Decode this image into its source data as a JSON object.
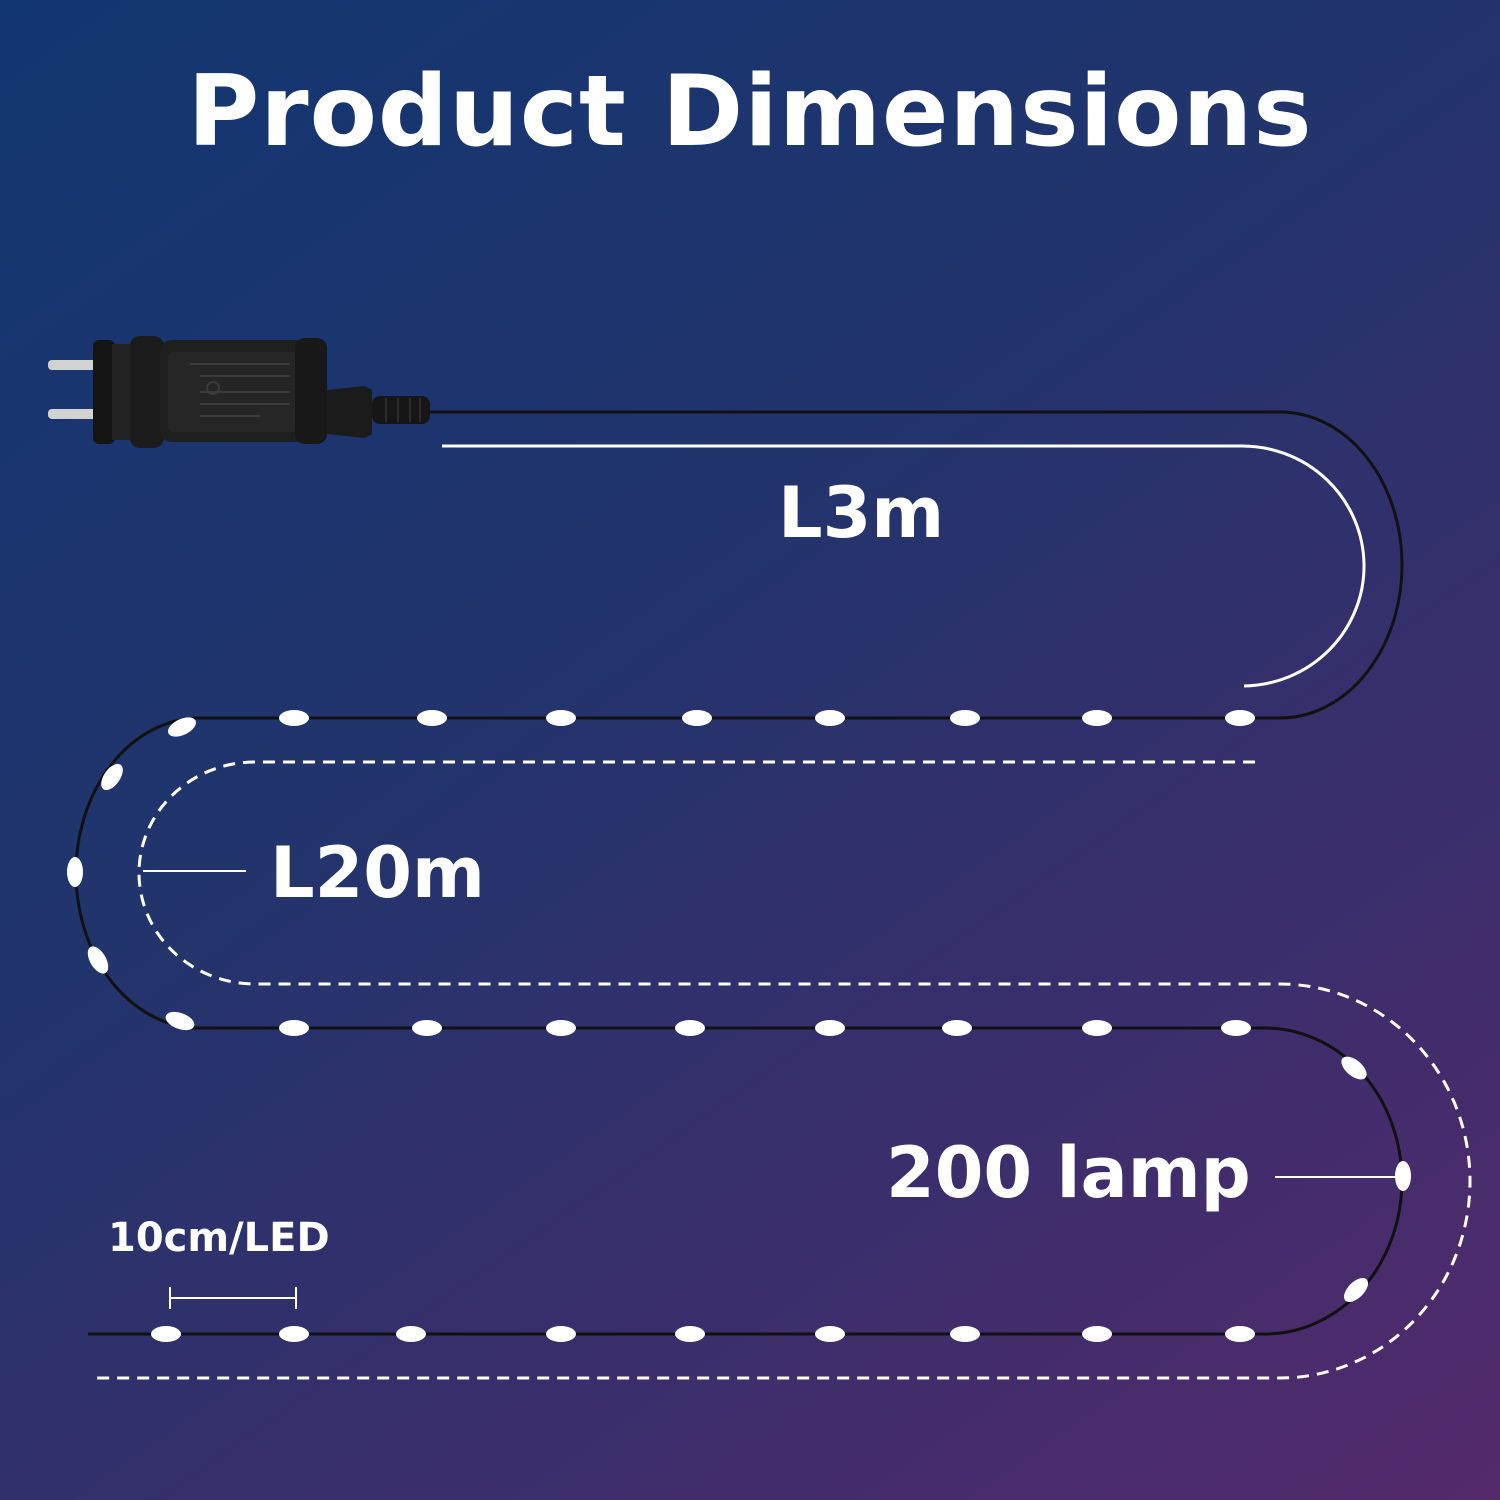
{
  "title": "Product Dimensions",
  "labels": {
    "lead_cable_length": "L3m",
    "lit_length": "L20m",
    "lamp_count": "200 lamp",
    "led_spacing": "10cm/LED"
  },
  "icons": {
    "plug": "power-plug-icon"
  },
  "colors": {
    "background_start": "#123672",
    "background_end": "#542a6c",
    "text": "#ffffff",
    "cable": "#111111",
    "led": "#ffffff",
    "plug_body": "#1a1a1a"
  }
}
